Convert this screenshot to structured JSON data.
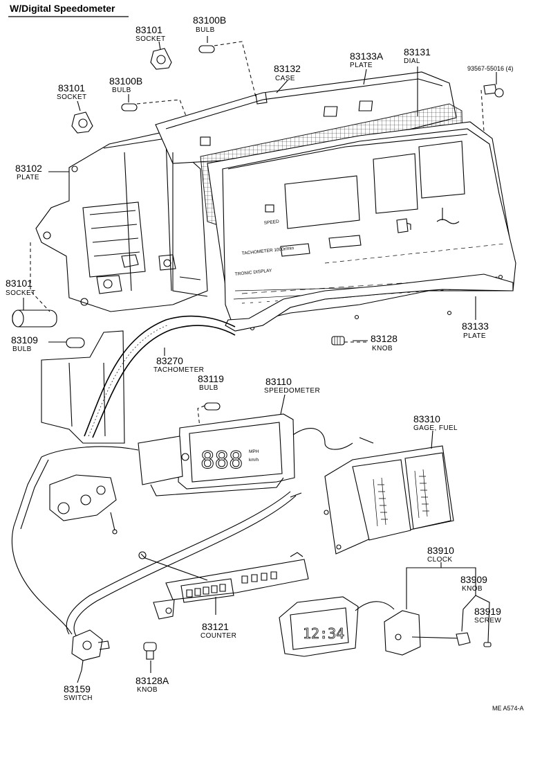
{
  "title": "W/Digital Speedometer",
  "reference": "ME A574-A",
  "parts": [
    {
      "id": "p-83100b-top",
      "number": "83100B",
      "name": "BULB"
    },
    {
      "id": "p-83101-top",
      "number": "83101",
      "name": "SOCKET"
    },
    {
      "id": "p-83101-left",
      "number": "83101",
      "name": "SOCKET"
    },
    {
      "id": "p-83100b-mid",
      "number": "83100B",
      "name": "BULB"
    },
    {
      "id": "p-83132",
      "number": "83132",
      "name": "CASE"
    },
    {
      "id": "p-83133a",
      "number": "83133A",
      "name": "PLATE"
    },
    {
      "id": "p-83131",
      "number": "83131",
      "name": "DIAL"
    },
    {
      "id": "p-93567",
      "number": "93567-55016 (4)",
      "name": ""
    },
    {
      "id": "p-83102",
      "number": "83102",
      "name": "PLATE"
    },
    {
      "id": "p-83101-low",
      "number": "83101",
      "name": "SOCKET"
    },
    {
      "id": "p-83109",
      "number": "83109",
      "name": "BULB"
    },
    {
      "id": "p-83133",
      "number": "83133",
      "name": "PLATE"
    },
    {
      "id": "p-83128",
      "number": "83128",
      "name": "KNOB"
    },
    {
      "id": "p-83270",
      "number": "83270",
      "name": "TACHOMETER"
    },
    {
      "id": "p-83119",
      "number": "83119",
      "name": "BULB"
    },
    {
      "id": "p-83110",
      "number": "83110",
      "name": "SPEEDOMETER"
    },
    {
      "id": "p-83310",
      "number": "83310",
      "name": "GAGE, FUEL"
    },
    {
      "id": "p-83910",
      "number": "83910",
      "name": "CLOCK"
    },
    {
      "id": "p-83909",
      "number": "83909",
      "name": "KNOB"
    },
    {
      "id": "p-83919",
      "number": "83919",
      "name": "SCREW"
    },
    {
      "id": "p-83121",
      "number": "83121",
      "name": "COUNTER"
    },
    {
      "id": "p-83159",
      "number": "83159",
      "name": "SWITCH"
    },
    {
      "id": "p-83128a",
      "number": "83128A",
      "name": "KNOB"
    }
  ],
  "panel_text": {
    "speed": "SPEED",
    "tachometer": "TACHOMETER 1000r/min",
    "electronic": "TRONIC DISPLAY"
  },
  "speedometer_display": {
    "digits": "888",
    "unit_top": "MPH",
    "unit_bottom": "km/h"
  },
  "clock_display": "12:34",
  "colors": {
    "ink": "#000000",
    "paper": "#ffffff"
  }
}
